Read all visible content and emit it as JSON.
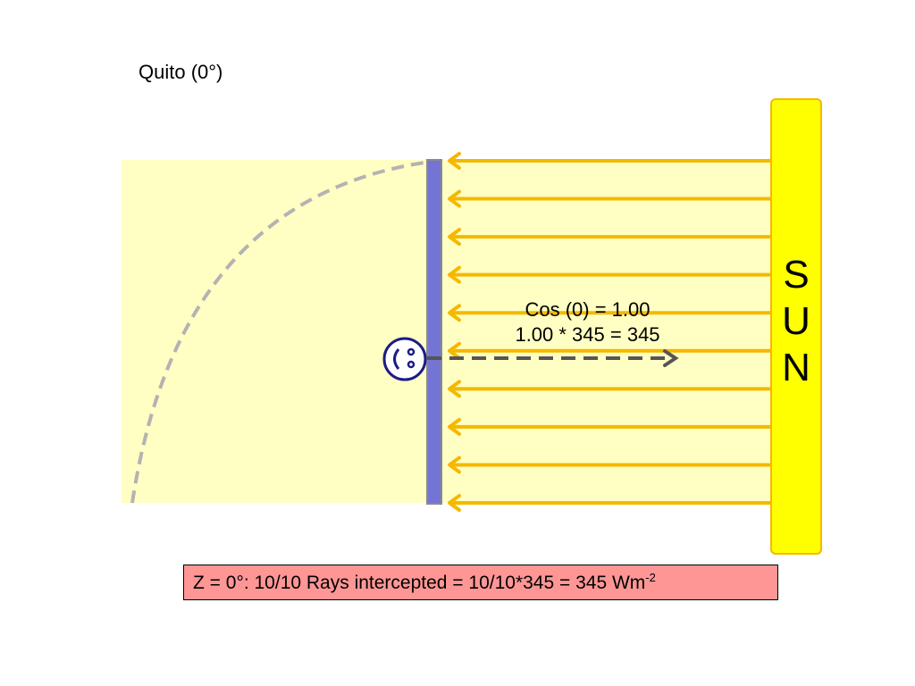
{
  "title": "Quito (0°)",
  "sun": {
    "letters": [
      "S",
      "U",
      "N"
    ]
  },
  "cosine_label": {
    "line1": "Cos (0) = 1.00",
    "line2": "1.00 * 345 = 345"
  },
  "summary": {
    "text": "Z = 0°: 10/10 Rays intercepted = 10/10*345 = 345 Wm",
    "superscript": "-2"
  },
  "colors": {
    "field_fill": "#ffffc4",
    "sun_fill": "#ffff00",
    "sun_border": "#f5b800",
    "ray": "#f5b800",
    "surface": "#7474d4",
    "arc": "#b3b3b3",
    "normal_arrow": "#555555",
    "summary_fill": "#ff9696",
    "face": "#1c1c86"
  },
  "icons": {
    "observer": "smiley-face-icon"
  },
  "rays": {
    "count": 10,
    "intercepted": 10
  }
}
